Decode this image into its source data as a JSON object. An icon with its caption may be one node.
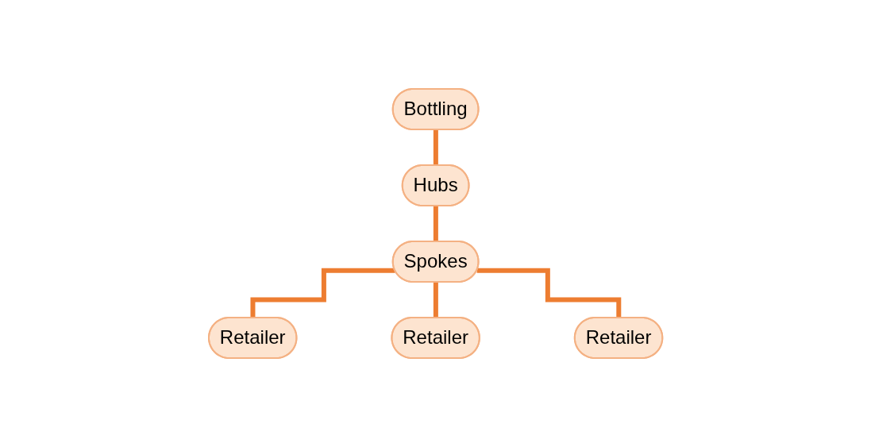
{
  "diagram": {
    "nodes": [
      {
        "text": [
          "Bottling"
        ]
      },
      {
        "text": [
          "Hubs"
        ]
      },
      {
        "text": [
          "Spokes"
        ]
      },
      {
        "text": [
          "Retailer"
        ]
      },
      {
        "text": [
          "Retailer"
        ]
      },
      {
        "text": [
          "Retailer"
        ]
      }
    ],
    "edges": [
      {
        "from": 0,
        "to": 1,
        "arrow": "none"
      },
      {
        "from": 1,
        "to": 2,
        "arrow": "none"
      },
      {
        "from": 2,
        "to": 3,
        "arrow": "none"
      },
      {
        "from": 2,
        "to": 4,
        "arrow": "none"
      },
      {
        "from": 2,
        "to": 5,
        "arrow": "none"
      }
    ]
  }
}
